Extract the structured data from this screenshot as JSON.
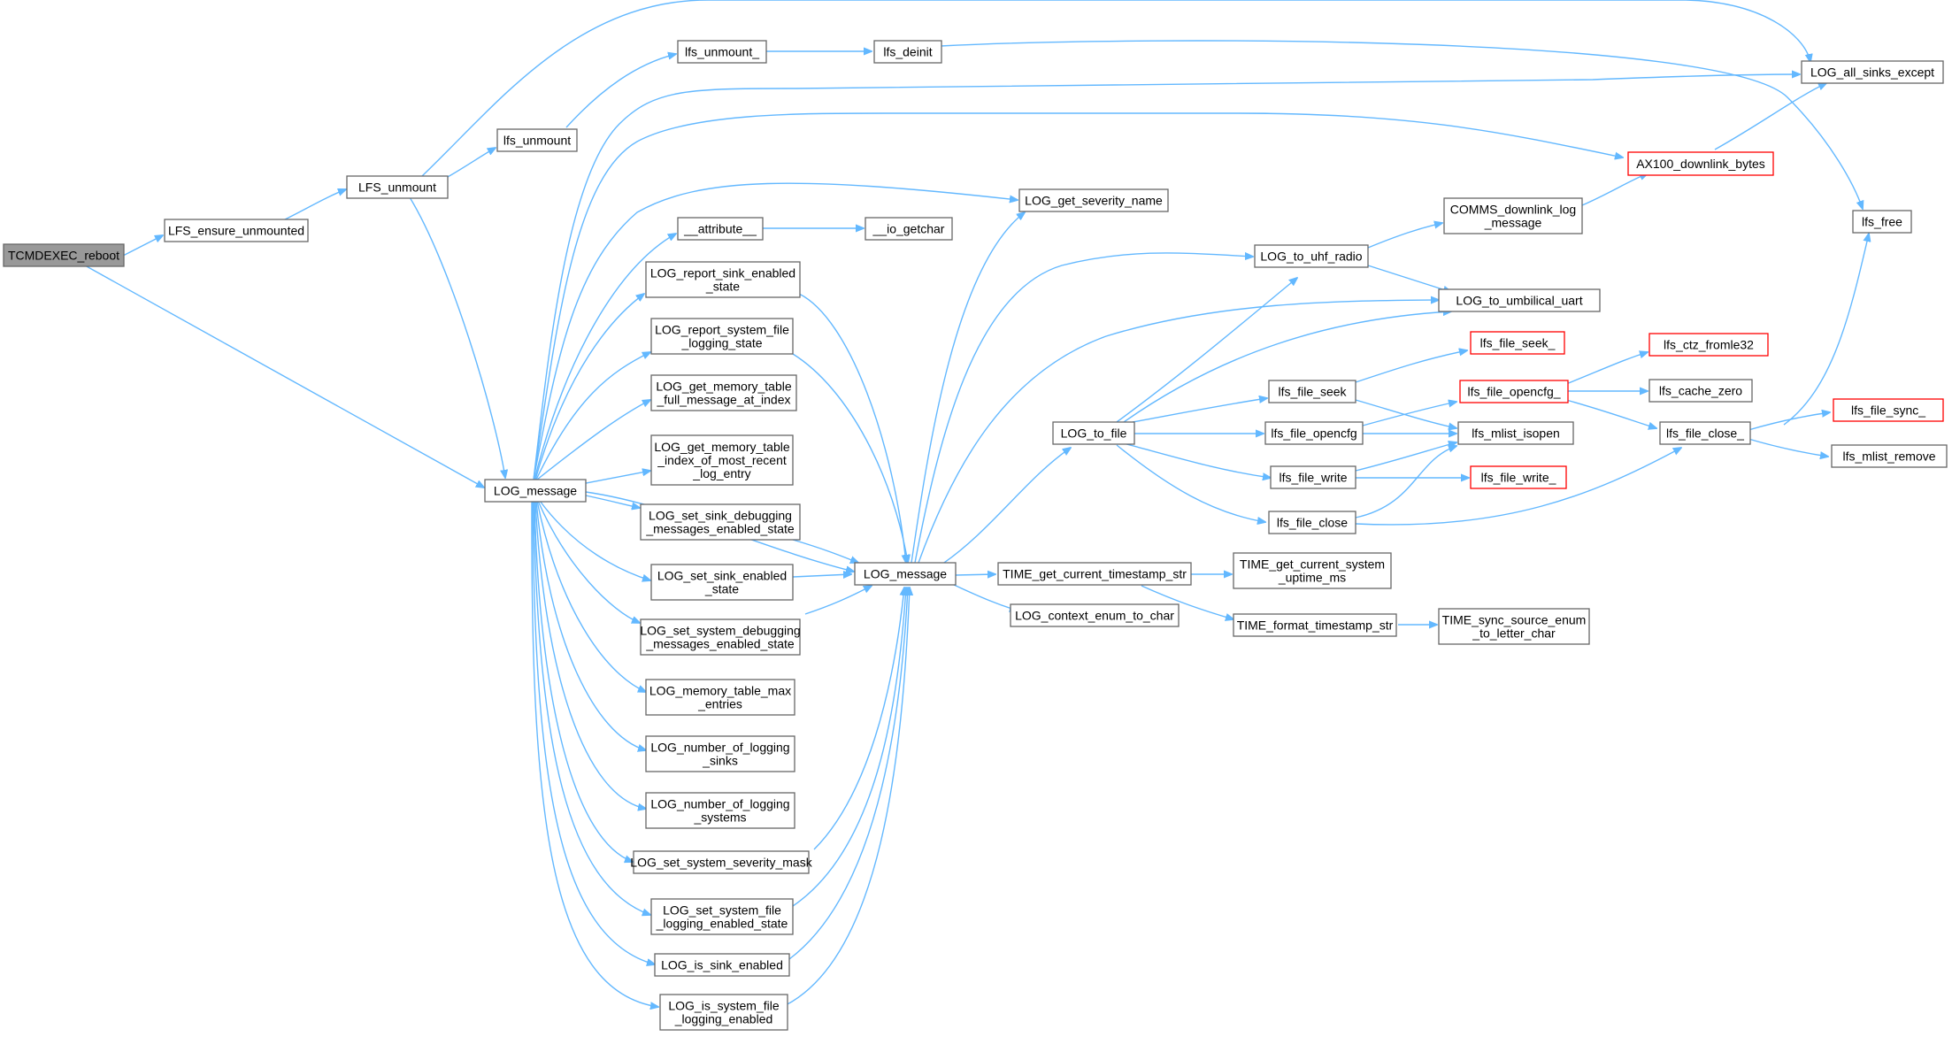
{
  "colors": {
    "edge": "#63b8ff",
    "root_fill": "#999999",
    "node_border": "#666666",
    "truncated_border": "#ff0000"
  },
  "nodes": {
    "n_tcm": {
      "lines": [
        "TCMDEXEC_reboot"
      ],
      "kind": "root"
    },
    "n_lfs_ensure": {
      "lines": [
        "LFS_ensure_unmounted"
      ]
    },
    "n_LFS_unmount": {
      "lines": [
        "LFS_unmount"
      ]
    },
    "n_lfs_unmount": {
      "lines": [
        "lfs_unmount"
      ]
    },
    "n_lfs_unmount_": {
      "lines": [
        "lfs_unmount_"
      ]
    },
    "n_lfs_deinit": {
      "lines": [
        "lfs_deinit"
      ]
    },
    "n_log_all": {
      "lines": [
        "LOG_all_sinks_except"
      ]
    },
    "n_ax100": {
      "lines": [
        "AX100_downlink_bytes"
      ],
      "kind": "trunc"
    },
    "n_lfs_free": {
      "lines": [
        "lfs_free"
      ]
    },
    "n_logmsg1": {
      "lines": [
        "LOG_message"
      ]
    },
    "n_attr": {
      "lines": [
        "__attribute__"
      ]
    },
    "n_io": {
      "lines": [
        "__io_getchar"
      ]
    },
    "n_sevname": {
      "lines": [
        "LOG_get_severity_name"
      ]
    },
    "n_rep_sink": {
      "lines": [
        "LOG_report_sink_enabled",
        "_state"
      ]
    },
    "n_rep_sys": {
      "lines": [
        "LOG_report_system_file",
        "_logging_state"
      ]
    },
    "n_mem_full": {
      "lines": [
        "LOG_get_memory_table",
        "_full_message_at_index"
      ]
    },
    "n_mem_idx": {
      "lines": [
        "LOG_get_memory_table",
        "_index_of_most_recent",
        "_log_entry"
      ]
    },
    "n_set_sink_dbg": {
      "lines": [
        "LOG_set_sink_debugging",
        "_messages_enabled_state"
      ]
    },
    "n_set_sink_en": {
      "lines": [
        "LOG_set_sink_enabled",
        "_state"
      ]
    },
    "n_set_sys_dbg": {
      "lines": [
        "LOG_set_system_debugging",
        "_messages_enabled_state"
      ]
    },
    "n_mem_max": {
      "lines": [
        "LOG_memory_table_max",
        "_entries"
      ]
    },
    "n_num_sinks": {
      "lines": [
        "LOG_number_of_logging",
        "_sinks"
      ]
    },
    "n_num_sys": {
      "lines": [
        "LOG_number_of_logging",
        "_systems"
      ]
    },
    "n_sev_mask": {
      "lines": [
        "LOG_set_system_severity_mask"
      ]
    },
    "n_set_sys_file": {
      "lines": [
        "LOG_set_system_file",
        "_logging_enabled_state"
      ]
    },
    "n_is_sink": {
      "lines": [
        "LOG_is_sink_enabled"
      ]
    },
    "n_is_sys_file": {
      "lines": [
        "LOG_is_system_file",
        "_logging_enabled"
      ]
    },
    "n_logmsg2": {
      "lines": [
        "LOG_message"
      ]
    },
    "n_to_file": {
      "lines": [
        "LOG_to_file"
      ]
    },
    "n_to_uhf": {
      "lines": [
        "LOG_to_uhf_radio"
      ]
    },
    "n_comms": {
      "lines": [
        "COMMS_downlink_log",
        "_message"
      ]
    },
    "n_umb": {
      "lines": [
        "LOG_to_umbilical_uart"
      ]
    },
    "n_seek_": {
      "lines": [
        "lfs_file_seek_"
      ],
      "kind": "trunc"
    },
    "n_seek": {
      "lines": [
        "lfs_file_seek"
      ]
    },
    "n_opencfg": {
      "lines": [
        "lfs_file_opencfg"
      ]
    },
    "n_opencfg_": {
      "lines": [
        "lfs_file_opencfg_"
      ],
      "kind": "trunc"
    },
    "n_ctz": {
      "lines": [
        "lfs_ctz_fromle32"
      ],
      "kind": "trunc"
    },
    "n_cache": {
      "lines": [
        "lfs_cache_zero"
      ]
    },
    "n_isopen": {
      "lines": [
        "lfs_mlist_isopen"
      ]
    },
    "n_close_": {
      "lines": [
        "lfs_file_close_"
      ]
    },
    "n_sync_": {
      "lines": [
        "lfs_file_sync_"
      ],
      "kind": "trunc"
    },
    "n_remove": {
      "lines": [
        "lfs_mlist_remove"
      ]
    },
    "n_write": {
      "lines": [
        "lfs_file_write"
      ]
    },
    "n_write_": {
      "lines": [
        "lfs_file_write_"
      ],
      "kind": "trunc"
    },
    "n_close": {
      "lines": [
        "lfs_file_close"
      ]
    },
    "n_ts_str": {
      "lines": [
        "TIME_get_current_timestamp_str"
      ]
    },
    "n_ctx": {
      "lines": [
        "LOG_context_enum_to_char"
      ]
    },
    "n_uptime": {
      "lines": [
        "TIME_get_current_system",
        "_uptime_ms"
      ]
    },
    "n_fmt_ts": {
      "lines": [
        "TIME_format_timestamp_str"
      ]
    },
    "n_sync_src": {
      "lines": [
        "TIME_sync_source_enum",
        "_to_letter_char"
      ]
    }
  }
}
